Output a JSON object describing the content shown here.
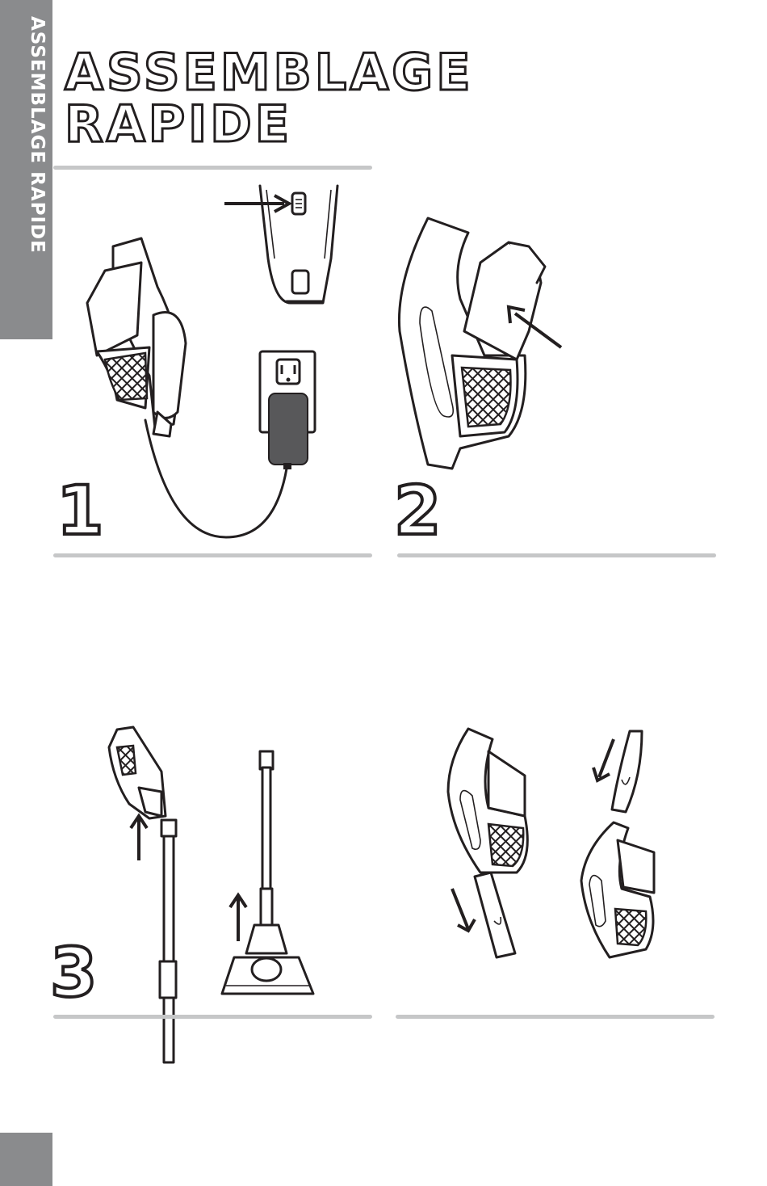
{
  "side_tab": {
    "label": "ASSEMBLAGE RAPIDE"
  },
  "title": {
    "line1": "ASSEMBLAGE",
    "line2": "RAPIDE"
  },
  "steps": [
    {
      "number": "1"
    },
    {
      "number": "2"
    },
    {
      "number": "3"
    }
  ],
  "colors": {
    "tab_gray": "#8a8b8d",
    "rule_gray": "#c6c7c8",
    "ink": "#231f20",
    "charger": "#58585a"
  }
}
